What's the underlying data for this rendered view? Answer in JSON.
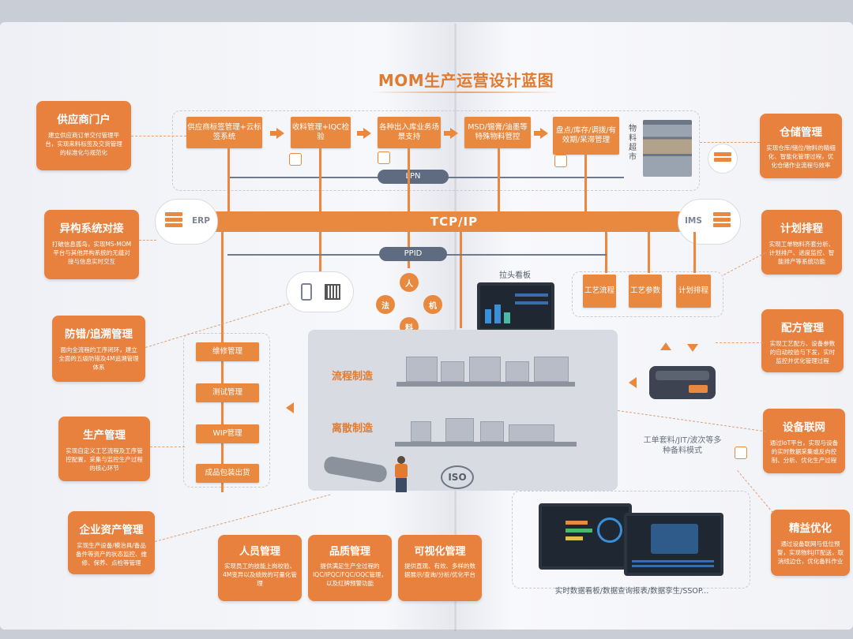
{
  "title": "MOM生产运营设计蓝图",
  "left_cards": [
    {
      "title": "供应商门户",
      "desc": "建立供应商订单交付管理平台，实现来料标签及交货管理的标准化与规范化"
    },
    {
      "title": "异构系统对接",
      "desc": "打破信息孤岛，实现MS-MOM平台与其他异构系统的无缝对接与信息实时交互"
    },
    {
      "title": "防错/追溯管理",
      "desc": "面向全流程的工序闭环，建立全面的五级防错及4M追溯管理体系"
    },
    {
      "title": "生产管理",
      "desc": "实现自定义工艺流程及工序管控配置，采集与监控生产过程的核心环节"
    },
    {
      "title": "企业资产管理",
      "desc": "实现生产设备/模治具/备品备件等资产的状态监控、维修、保养、点检等管理"
    }
  ],
  "right_cards": [
    {
      "title": "仓储管理",
      "desc": "实现仓库/储位/物料的精细化、智能化管理过程，优化仓储作业流程与效率"
    },
    {
      "title": "计划排程",
      "desc": "实现工单物料齐套分析、计划排产、进度监控、智能排产等系统功能"
    },
    {
      "title": "配方管理",
      "desc": "实现工艺配方、设备参数的自动校验与下发，实时监控并优化管理过程"
    },
    {
      "title": "设备联网",
      "desc": "通过IoT平台，实现与设备的实时数据采集或反向控制、分析、优化生产过程"
    },
    {
      "title": "精益优化",
      "desc": "通过设备联网与低位预警，实现物料JIT配送，取消线边仓，优化备料作业"
    }
  ],
  "bottom_cards": [
    {
      "title": "人员管理",
      "desc": "实现员工的技能上岗校验、4M变异以及绩效的可量化管理"
    },
    {
      "title": "品质管理",
      "desc": "提供满足生产全过程的IQC/IPQC/FQC/OQC管理，以及红牌预警功能"
    },
    {
      "title": "可视化管理",
      "desc": "提供直观、有效、多样的数据展示/查询/分析/优化平台"
    }
  ],
  "top_flow": [
    "供应商标签管理+云标签系统",
    "收料管理+IQC检验",
    "各种出入库业务场景支持",
    "MSD/锡膏/油墨等特殊物料管控",
    "盘点/库存/调拨/有效期/呆滞管理"
  ],
  "material_market": "物料超市",
  "lpn": "LPN",
  "bus": "TCP/IP",
  "ppid": "PPID",
  "erp": "ERP",
  "ims": "IMS",
  "elements": [
    "人",
    "机",
    "料",
    "法"
  ],
  "pull_board": "拉头看板",
  "process_boxes": [
    "工艺流程",
    "工艺参数",
    "计划排程"
  ],
  "mgmt_boxes": [
    "维修管理",
    "测试管理",
    "WIP管理",
    "成品包装出货"
  ],
  "zones": [
    "流程制造",
    "离散制造"
  ],
  "jit_text": "工单套料/JIT/波次等多种备料模式",
  "iso": "ISO",
  "bottom_caption": "实时数据看板/数据查询报表/数据孪生/SSOP...",
  "icons": [
    "server-icon",
    "phone-icon",
    "qr-code-icon",
    "worker-icon",
    "agv-icon",
    "shelf-icon"
  ],
  "colors": {
    "accent": "#e8813e",
    "bus_pill": "#5e6b80"
  }
}
